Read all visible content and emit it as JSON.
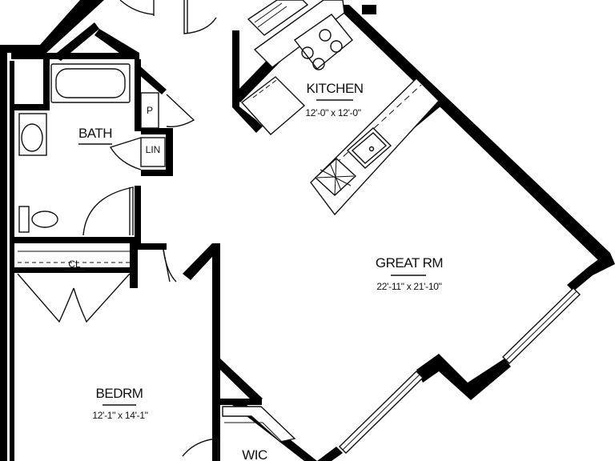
{
  "colors": {
    "wall": "#000000",
    "line": "#111111",
    "background": "#ffffff"
  },
  "rooms": {
    "kitchen": {
      "name": "KITCHEN",
      "dimensions": "12'-0\" x 12'-0\""
    },
    "great_room": {
      "name": "GREAT RM",
      "dimensions": "22'-11\" x 21'-10\""
    },
    "bath": {
      "name": "BATH"
    },
    "bedroom": {
      "name": "BEDRM",
      "dimensions": "12'-1\" x 14'-1\""
    },
    "closet": {
      "name": "CL"
    },
    "wic": {
      "name": "WIC"
    },
    "pantry": {
      "name": "P"
    },
    "linen": {
      "name": "LIN"
    }
  }
}
